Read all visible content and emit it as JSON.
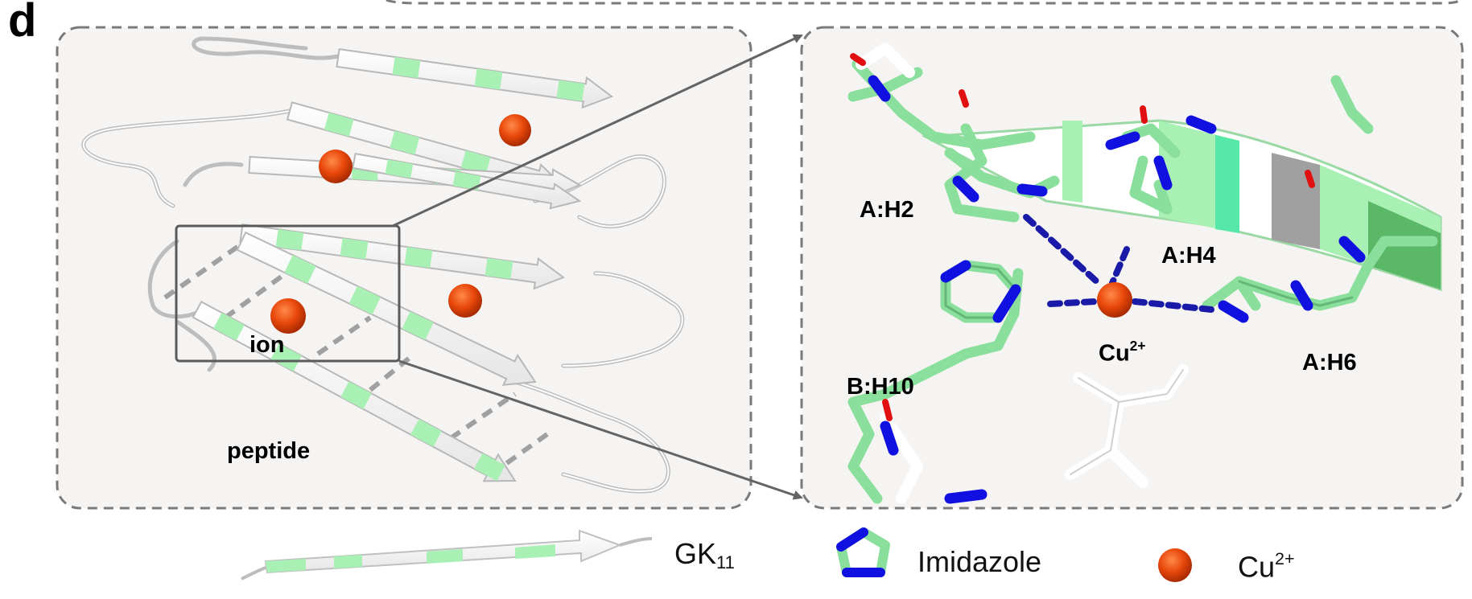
{
  "panel": {
    "letter": "d"
  },
  "overview": {
    "ion_label": "ion",
    "peptide_label": "peptide"
  },
  "zoom": {
    "residues": [
      "A:H2",
      "A:H4",
      "A:H6",
      "B:H10"
    ],
    "metal_base": "Cu",
    "metal_charge": "2+"
  },
  "legend": {
    "peptide_base": "GK",
    "peptide_sub": "11",
    "imidazole": "Imidazole",
    "cu_base": "Cu",
    "cu_charge": "2+"
  },
  "colors": {
    "panel_bg": "#f6f4f2",
    "panel_border": "#7a7a7a",
    "strand_green": "#a8f0b4",
    "strand_white": "#ffffff",
    "nitrogen": "#1010e0",
    "oxygen": "#e01010",
    "copper": "#e8480a",
    "bond_dash": "#1a1aa8",
    "hbond_dash": "#a0a0a0",
    "arrow": "#646464"
  }
}
